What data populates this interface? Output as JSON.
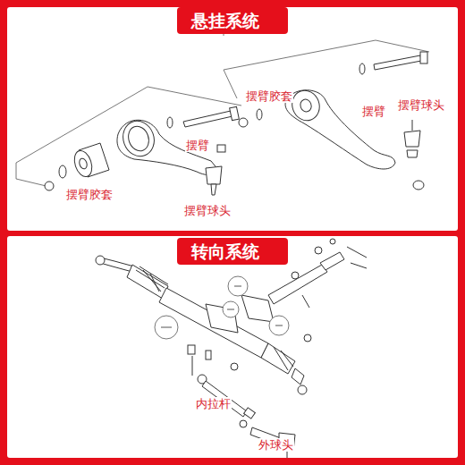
{
  "diagram": {
    "nodes": [
      {
        "text": [
          "悬挂系统"
        ]
      },
      {
        "text": [
          "转向系统"
        ]
      }
    ],
    "labels": [
      "摆臂胶套",
      "摆臂",
      "摆臂球头",
      "摆臂",
      "摆臂胶套",
      "摆臂球头",
      "内拉杆",
      "外球头"
    ]
  }
}
